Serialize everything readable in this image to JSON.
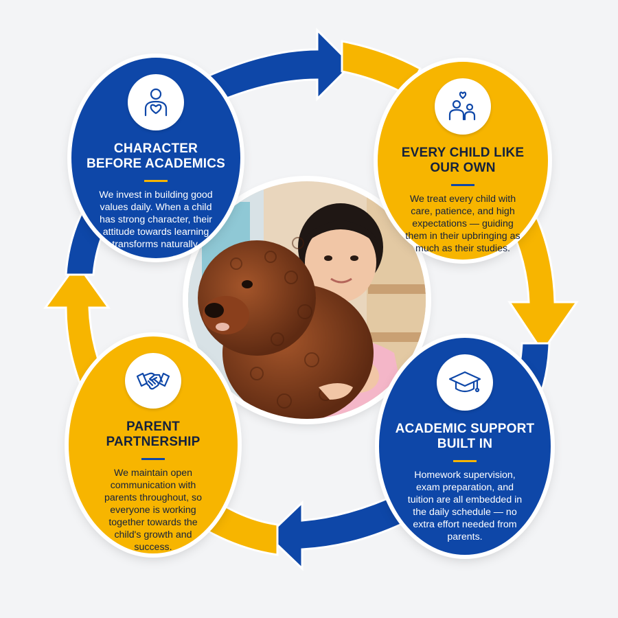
{
  "colors": {
    "blue": "#0e47a8",
    "yellow": "#f7b500",
    "background": "#f3f4f6"
  },
  "cycle": {
    "character": {
      "icon": "person-heart-icon",
      "title_line1": "CHARACTER",
      "title_line2": "BEFORE ACADEMICS",
      "description": "We invest in building good values daily. When a child has strong character, their attitude towards learning transforms naturally."
    },
    "every_child": {
      "icon": "family-heart-icon",
      "title_line1": "EVERY CHILD LIKE",
      "title_line2": "OUR OWN",
      "description": "We treat every child with care, patience, and high expectations — guiding them in their upbringing as much as their studies."
    },
    "academic": {
      "icon": "graduation-cap-icon",
      "title_line1": "ACADEMIC SUPPORT",
      "title_line2": "BUILT IN",
      "description": "Homework supervision, exam preparation, and tuition are all embedded in the daily schedule — no extra effort needed from parents."
    },
    "parent": {
      "icon": "handshake-icon",
      "title_line1": "PARENT",
      "title_line2": "PARTNERSHIP",
      "description": "We maintain open communication with parents throughout, so everyone is working together towards the child's growth and success."
    }
  },
  "center_photo": {
    "icon": "girl-with-dog-photo"
  }
}
